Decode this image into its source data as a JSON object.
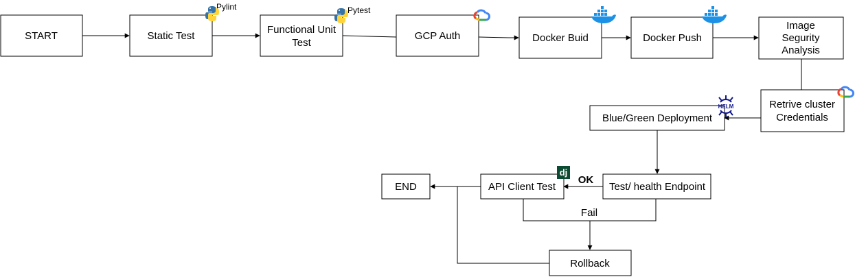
{
  "nodes": {
    "start": "START",
    "static_test": "Static Test",
    "functional_unit_test": [
      "Functional Unit",
      "Test"
    ],
    "gcp_auth": "GCP Auth",
    "docker_build": "Docker Buid",
    "docker_push": "Docker Push",
    "image_security_analysis": [
      "Image",
      "Segurity",
      "Analysis"
    ],
    "retrieve_cluster_credentials": [
      "Retrive cluster",
      "Credentials"
    ],
    "blue_green_deployment": "Blue/Green Deployment",
    "test_health_endpoint": "Test/ health Endpoint",
    "api_client_test": "API Client Test",
    "end": "END",
    "rollback": "Rollback"
  },
  "tool_tags": {
    "pylint": "Pylint",
    "pytest": "Pytest",
    "django": "dj",
    "helm": "HELM"
  },
  "icons": {
    "python": "python-logo-icon",
    "gcp": "google-cloud-icon",
    "docker": "docker-whale-icon",
    "helm": "helm-wheel-icon",
    "django": "django-icon"
  },
  "edge_labels": {
    "ok": "OK",
    "fail": "Fail"
  },
  "colors": {
    "docker_blue": "#1d91e6",
    "django_green": "#0c4b33",
    "helm_navy": "#0f1689",
    "python_blue": "#3572a5",
    "python_yellow": "#ffd43b",
    "gcp_red": "#ea4335",
    "gcp_blue": "#4285f4",
    "gcp_yellow": "#fbbc05",
    "gcp_green": "#34a853"
  }
}
